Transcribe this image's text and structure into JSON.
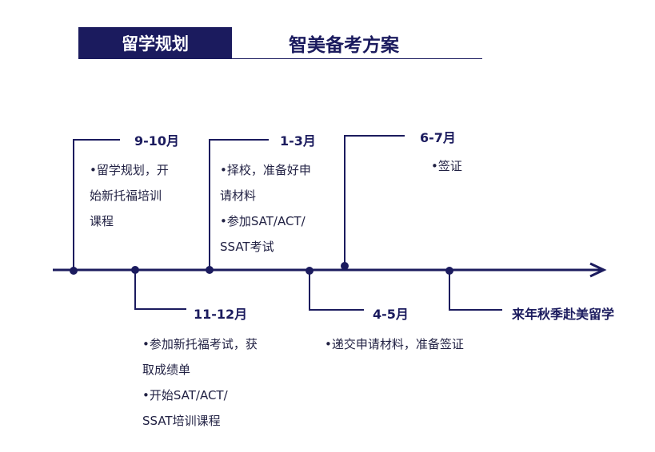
{
  "header": {
    "tag": "留学规划",
    "title": "智美备考方案"
  },
  "colors": {
    "navy": "#1b1b5e"
  },
  "milestones": [
    {
      "label": "9-10月",
      "lines": [
        "•留学规划，开",
        "始新托福培训",
        "课程"
      ]
    },
    {
      "label": "11-12月",
      "lines": [
        "•参加新托福考试，获",
        "取成绩单",
        "•开始SAT/ACT/",
        "SSAT培训课程"
      ]
    },
    {
      "label": "1-3月",
      "lines": [
        "•择校，准备好申",
        "请材料",
        "•参加SAT/ACT/",
        "SSAT考试"
      ]
    },
    {
      "label": "4-5月",
      "lines": [
        "•递交申请材料，准备签证"
      ]
    },
    {
      "label": "6-7月",
      "lines": [
        "•签证"
      ]
    },
    {
      "label": "来年秋季赴美留学",
      "lines": []
    }
  ]
}
